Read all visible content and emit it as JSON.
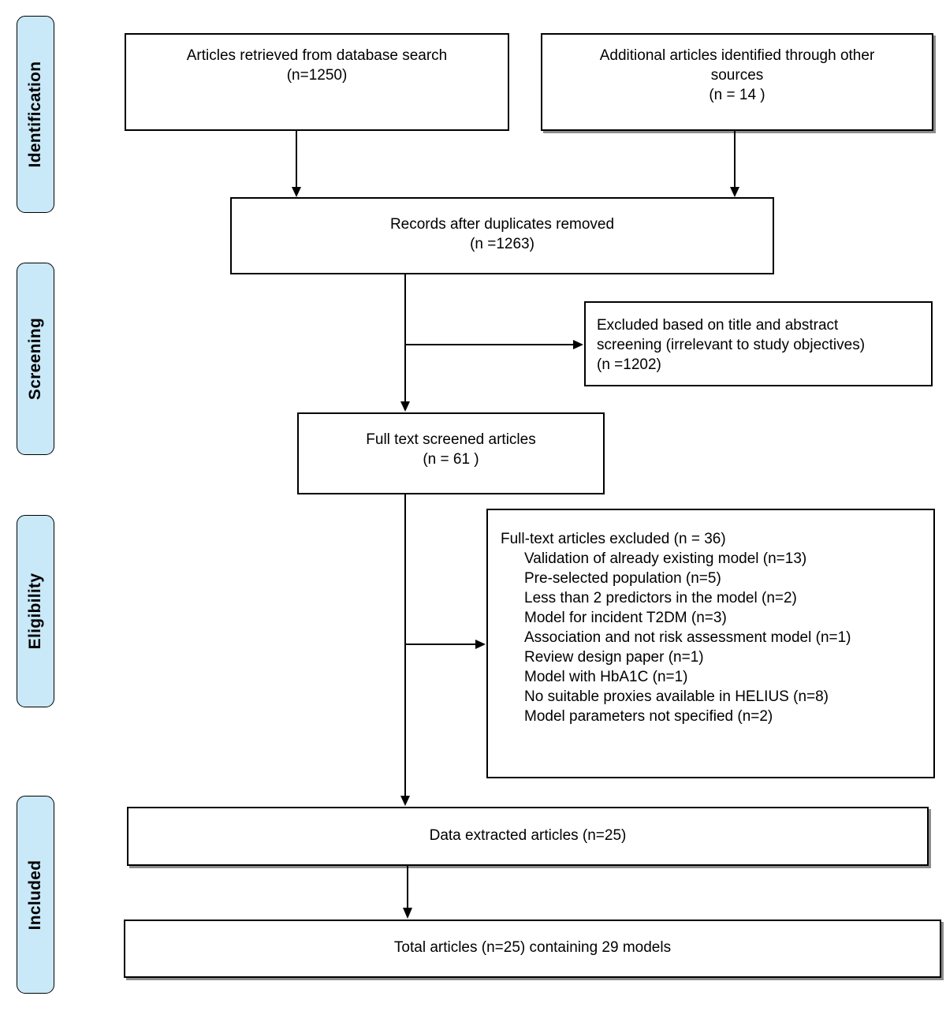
{
  "palette": {
    "label_fill": "#C9E8F8",
    "box_fill": "#FFFFFF",
    "line_color": "#000000",
    "shadow_color": "#8C8C8C"
  },
  "sidebar": {
    "identification": "Identification",
    "screening": "Screening",
    "eligibility": "Eligibility",
    "included": "Included"
  },
  "boxes": {
    "retrieved": {
      "line1": "Articles retrieved from database search",
      "line2": "(n=1250)"
    },
    "additional": {
      "line1": "Additional articles identified through other",
      "line2": "sources",
      "line3": "(n = 14 )"
    },
    "deduplicated": {
      "line1": "Records after duplicates removed",
      "line2": "(n =1263)"
    },
    "excluded_screening": {
      "line1": "Excluded based on title and abstract",
      "line2": "screening (irrelevant to study objectives)",
      "line3": "(n =1202)"
    },
    "fulltext_screened": {
      "line1": "Full text screened articles",
      "line2": "(n = 61 )"
    },
    "fulltext_excluded": {
      "title": "Full-text articles excluded (n = 36)",
      "items": [
        "Validation of already existing model (n=13)",
        "Pre-selected population (n=5)",
        "Less than 2 predictors in the model (n=2)",
        "Model for incident T2DM (n=3)",
        "Association and not risk assessment model (n=1)",
        "Review design paper (n=1)",
        "Model with HbA1C (n=1)",
        "No suitable proxies available in HELIUS (n=8)",
        "Model parameters not specified (n=2)"
      ]
    },
    "data_extracted": {
      "line1": "Data extracted articles (n=25)"
    },
    "total": {
      "line1": "Total articles (n=25) containing 29 models"
    }
  }
}
